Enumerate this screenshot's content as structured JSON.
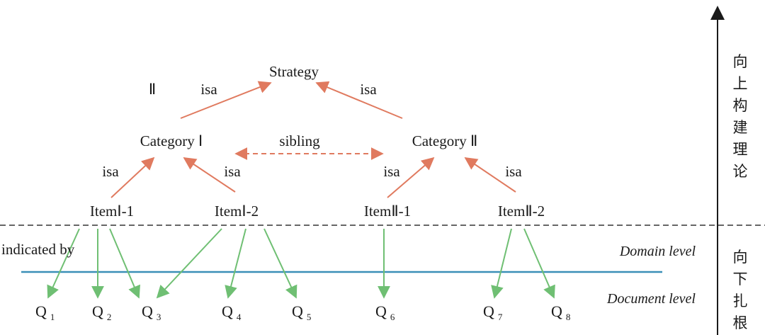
{
  "nodes": {
    "strategy": "Strategy",
    "category_1": "Category Ⅰ",
    "category_2": "Category Ⅱ",
    "item_1_1": "ItemⅠ-1",
    "item_1_2": "ItemⅠ-2",
    "item_2_1": "ItemⅡ-1",
    "item_2_2": "ItemⅡ-2"
  },
  "edge_labels": {
    "roman_two": "Ⅱ",
    "isa_top_left": "isa",
    "isa_top_right": "isa",
    "sibling": "sibling",
    "isa_cat1_left": "isa",
    "isa_cat1_right": "isa",
    "isa_cat2_left": "isa",
    "isa_cat2_right": "isa",
    "indicated_by": "indicated by"
  },
  "levels": {
    "domain": "Domain level",
    "document": "Document level"
  },
  "documents": [
    {
      "letter": "Q",
      "sub": "1"
    },
    {
      "letter": "Q",
      "sub": "2"
    },
    {
      "letter": "Q",
      "sub": "3"
    },
    {
      "letter": "Q",
      "sub": "4"
    },
    {
      "letter": "Q",
      "sub": "5"
    },
    {
      "letter": "Q",
      "sub": "6"
    },
    {
      "letter": "Q",
      "sub": "7"
    },
    {
      "letter": "Q",
      "sub": "8"
    }
  ],
  "side_labels": {
    "upward": [
      "向",
      "上",
      "构",
      "建",
      "理",
      "论"
    ],
    "downward": [
      "向",
      "下",
      "扎",
      "根"
    ]
  },
  "colors": {
    "isa_arrow": "#e07a5f",
    "indicator_arrow": "#6fbf73",
    "domain_line": "#3a8fb7",
    "axis": "#1a1a1a"
  }
}
